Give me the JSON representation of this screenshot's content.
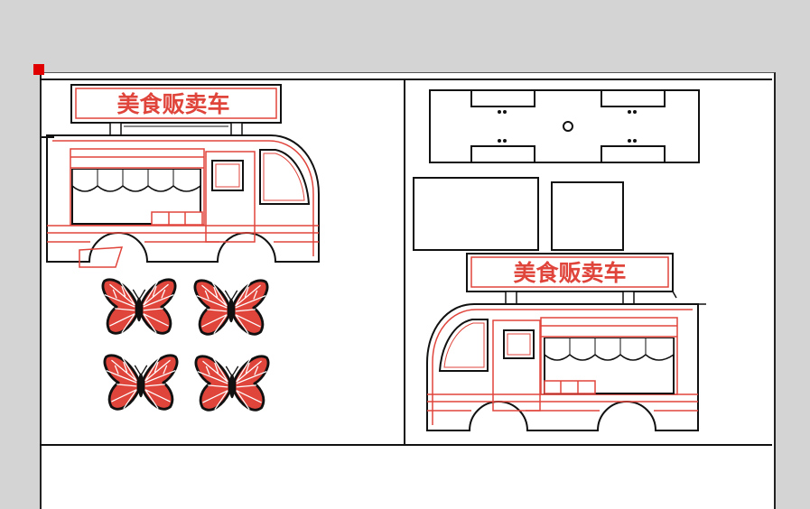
{
  "colors": {
    "canvas_bg": "#d4d4d4",
    "sheet_bg": "#ffffff",
    "stroke_black": "#111111",
    "stroke_red": "#e0453c",
    "butterfly_fill": "#e0453c"
  },
  "truck_left": {
    "sign_text": "美食贩卖车"
  },
  "truck_right": {
    "sign_text": "美食贩卖车"
  },
  "icons": {
    "selection_handle": "red-square",
    "butterflies": [
      "butterfly",
      "butterfly",
      "butterfly",
      "butterfly"
    ]
  }
}
